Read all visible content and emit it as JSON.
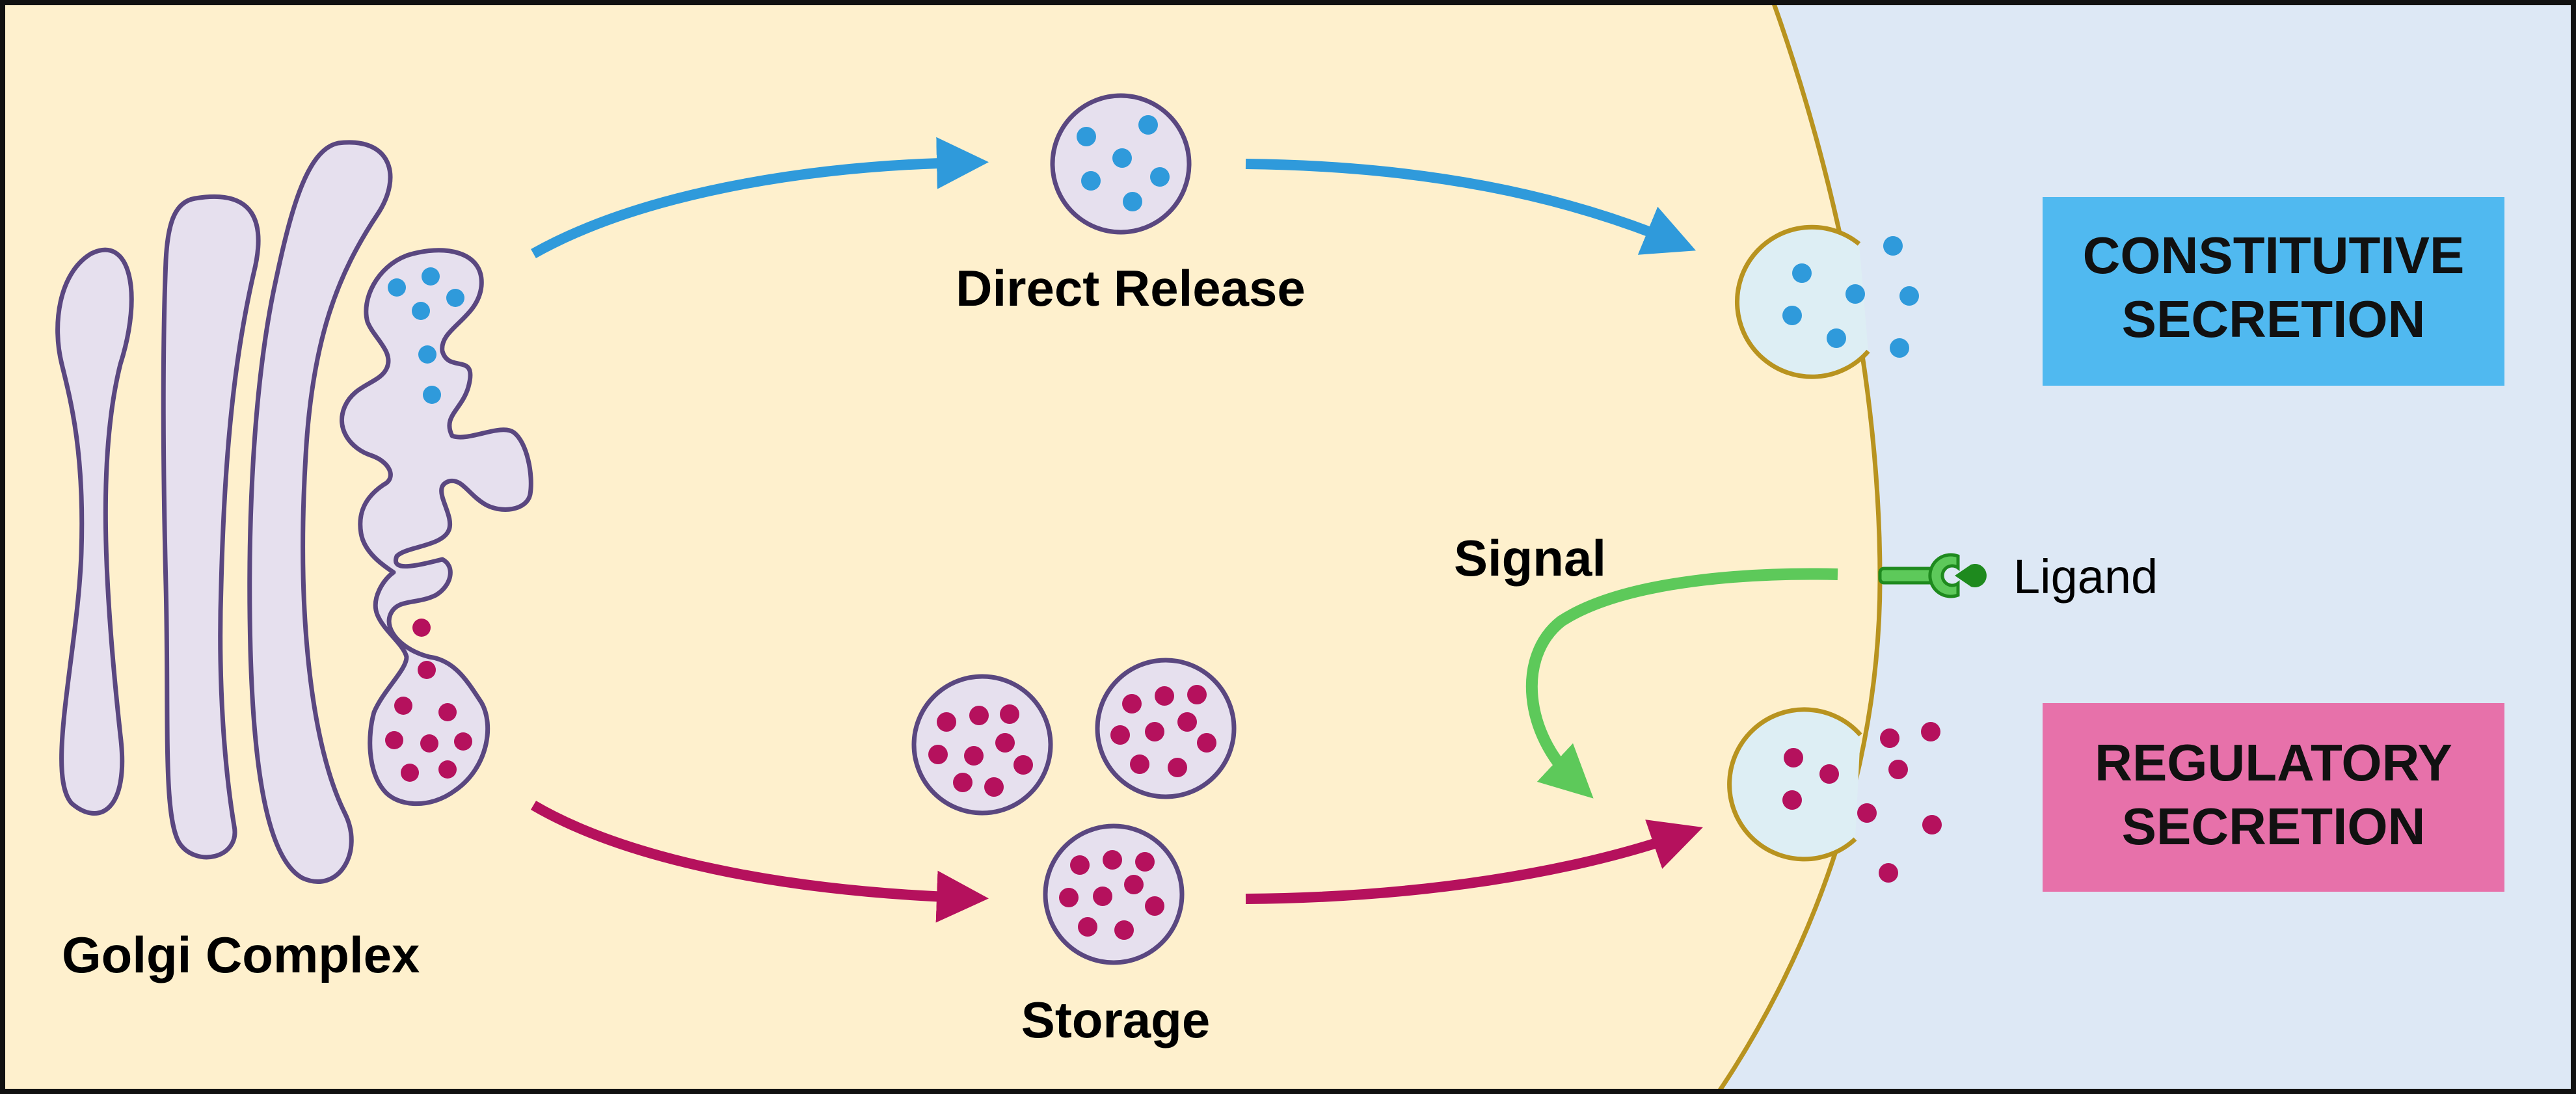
{
  "labels": {
    "golgi": "Golgi Complex",
    "direct_release": "Direct Release",
    "storage": "Storage",
    "signal": "Signal",
    "ligand": "Ligand"
  },
  "boxes": {
    "constitutive": {
      "line1": "CONSTITUTIVE",
      "line2": "SECRETION"
    },
    "regulatory": {
      "line1": "REGULATORY",
      "line2": "SECRETION"
    }
  },
  "colors": {
    "cytoplasm": "#FEF0CD",
    "extracellular": "#DDE8F5",
    "membrane": "#B8931F",
    "golgi_fill": "#E6E0EE",
    "golgi_stroke": "#5A4780",
    "vesicle_fill": "#E6E0EE",
    "fused_vesicle_fill": "#DDEEF4",
    "constitutive_dot": "#2F9ADB",
    "regulatory_dot": "#B5115D",
    "signal_green": "#5DC95A",
    "ligand_green": "#1E8A1E",
    "constitutive_box": "#50B9F0",
    "regulatory_box": "#E771AA",
    "border": "#111111"
  },
  "icons": {
    "ligand": "ligand-receptor-icon"
  }
}
